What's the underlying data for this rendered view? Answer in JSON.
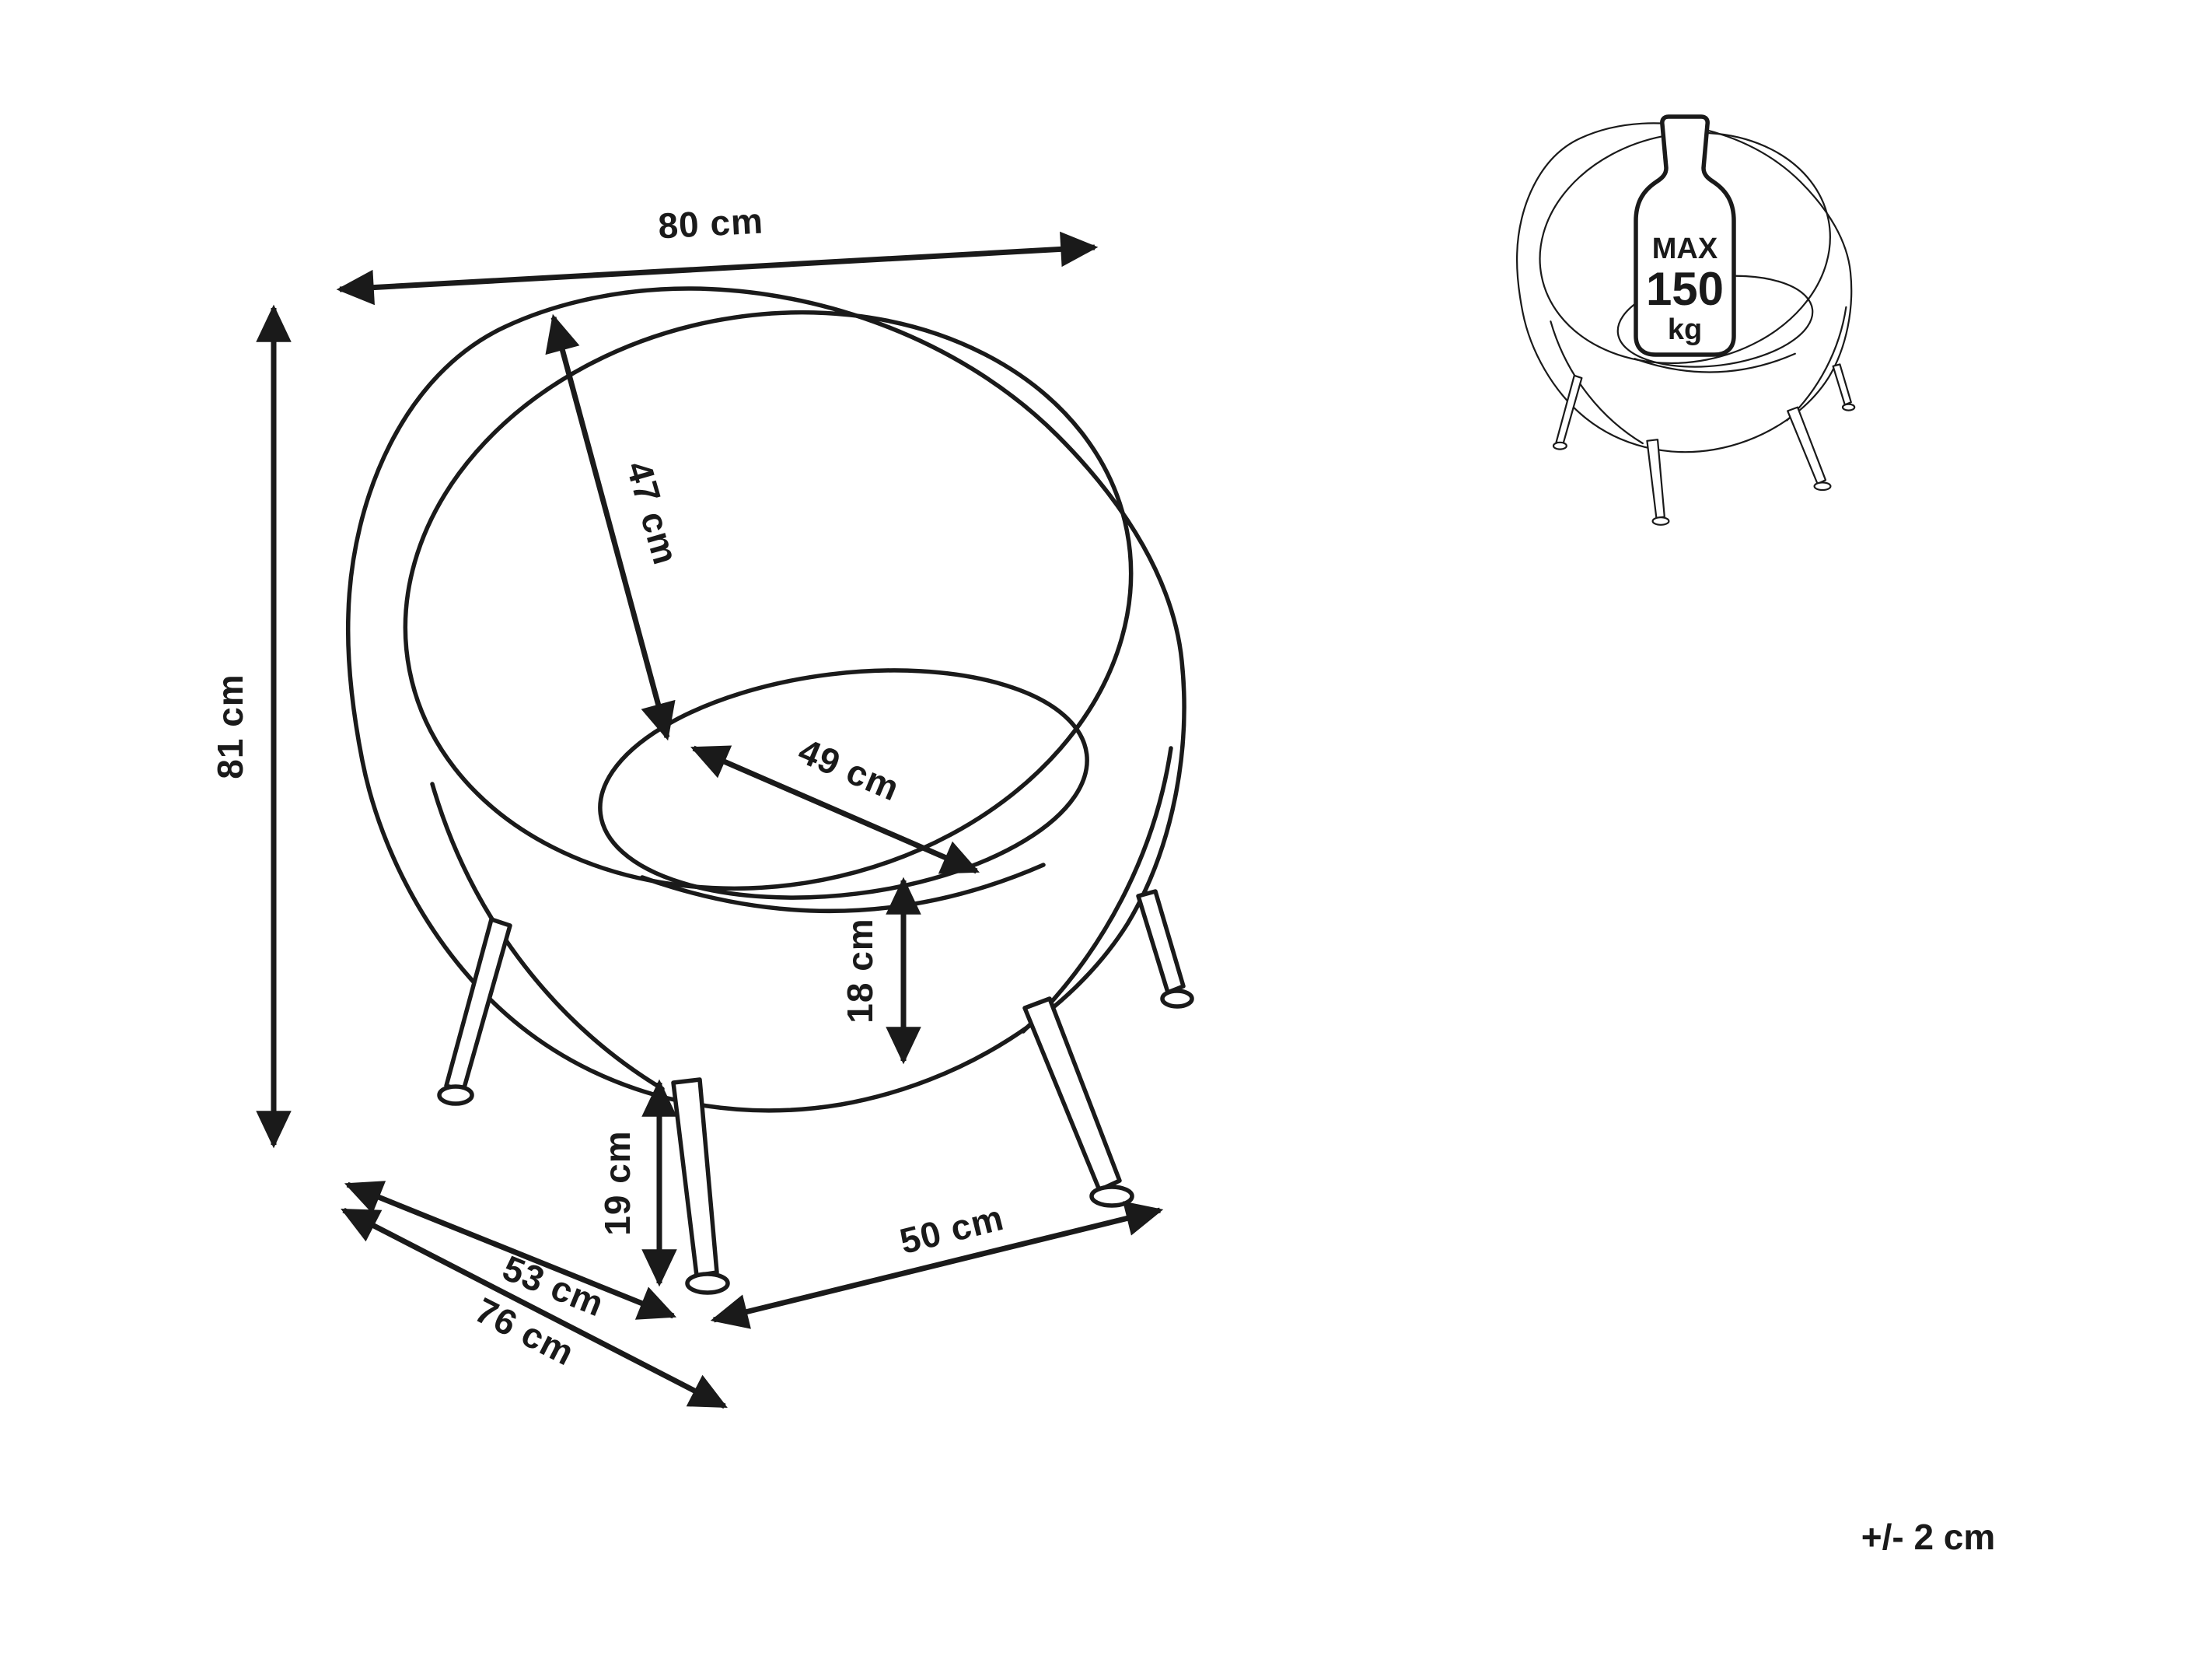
{
  "page": {
    "background": "#ffffff",
    "ink": "#1a1a1a"
  },
  "dimensions": {
    "top_width": "80 cm",
    "overall_height": "81 cm",
    "backrest_diagonal": "47 cm",
    "seat_depth": "49 cm",
    "seat_front_height": "18 cm",
    "leg_height": "19 cm",
    "base_depth": "53 cm",
    "overall_depth": "76 cm",
    "base_front_width": "50 cm"
  },
  "weight_capacity": {
    "label": "MAX",
    "value": "150",
    "unit": "kg"
  },
  "tolerance_note": "+/- 2 cm"
}
